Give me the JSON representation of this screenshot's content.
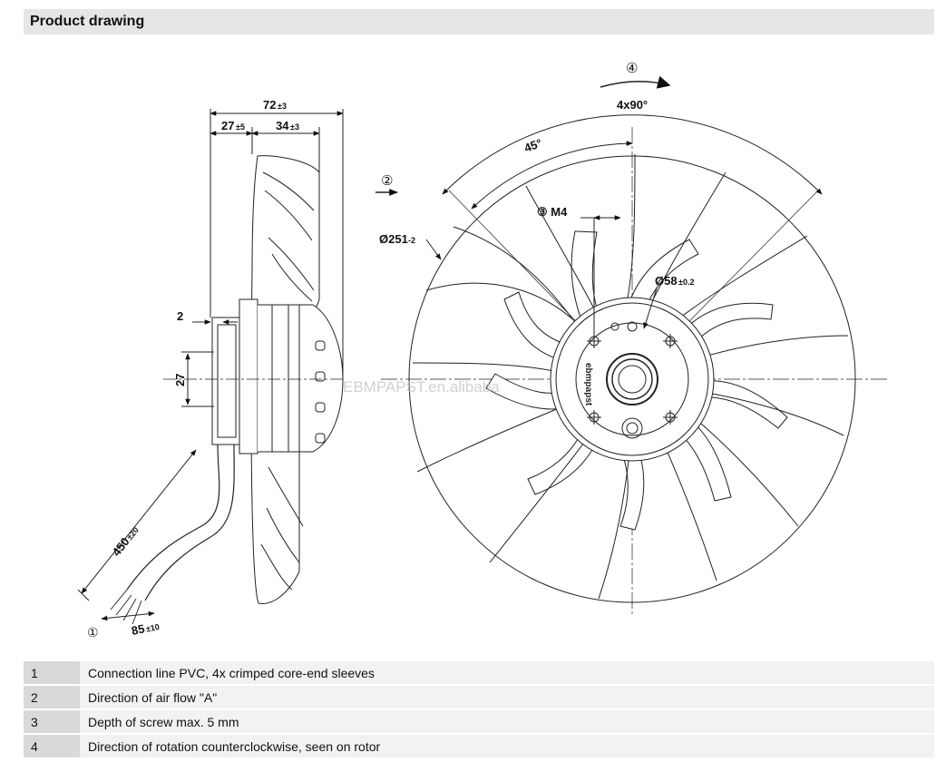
{
  "header": {
    "title": "Product drawing"
  },
  "drawing": {
    "side_view": {
      "dim_total": "72",
      "dim_total_tol": "±3",
      "dim_left": "27",
      "dim_left_tol": "±5",
      "dim_right": "34",
      "dim_right_tol": "±3",
      "dim_2": "2",
      "dim_27": "27",
      "cable_length": "450",
      "cable_length_tol": "±20",
      "cable_end": "85",
      "cable_end_tol": "±10",
      "marker_1": "①"
    },
    "front_view": {
      "marker_2": "②",
      "marker_3_label": "③ M4",
      "marker_4": "④",
      "angle_4x90": "4x90°",
      "angle_45": "45°",
      "diameter_rotor": "Ø251",
      "diameter_rotor_tol": "-2",
      "diameter_hub": "Ø58",
      "diameter_hub_tol": "±0.2",
      "watermark": "EBMPAPST.en.alibaba",
      "hub_brand": "ebmpapst"
    }
  },
  "legend": [
    {
      "num": "1",
      "text": "Connection line PVC, 4x crimped core-end sleeves"
    },
    {
      "num": "2",
      "text": "Direction of air flow \"A\""
    },
    {
      "num": "3",
      "text": "Depth of screw max. 5 mm"
    },
    {
      "num": "4",
      "text": "Direction of rotation counterclockwise, seen on rotor"
    }
  ]
}
